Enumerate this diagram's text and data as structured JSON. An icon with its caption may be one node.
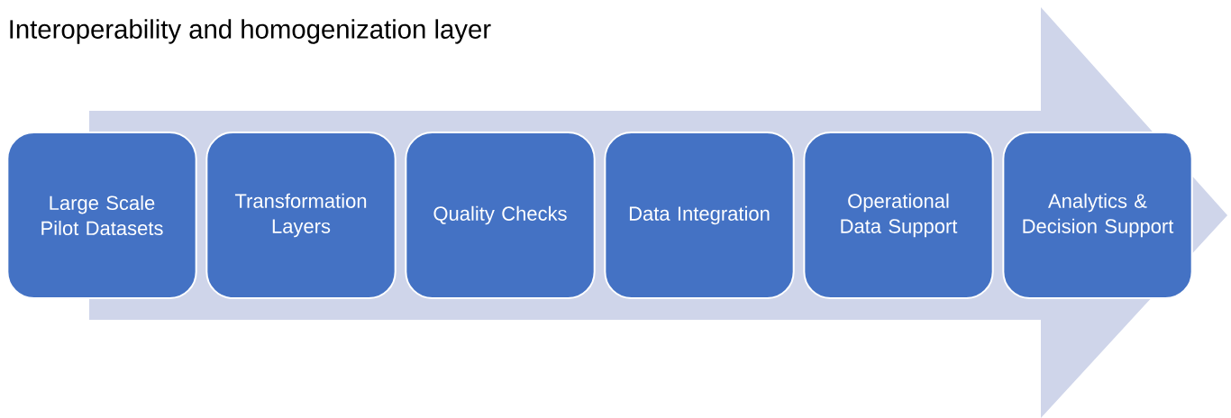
{
  "diagram": {
    "title": "Interoperability and homogenization layer",
    "nodes": [
      {
        "text": [
          "Large Scale Pilot Datasets"
        ]
      },
      {
        "text": [
          "Transformation Layers"
        ]
      },
      {
        "text": [
          "Quality Checks"
        ]
      },
      {
        "text": [
          "Data Integration"
        ]
      },
      {
        "text": [
          "Operational Data Support"
        ]
      },
      {
        "text": [
          "Analytics & Decision Support"
        ]
      }
    ]
  }
}
